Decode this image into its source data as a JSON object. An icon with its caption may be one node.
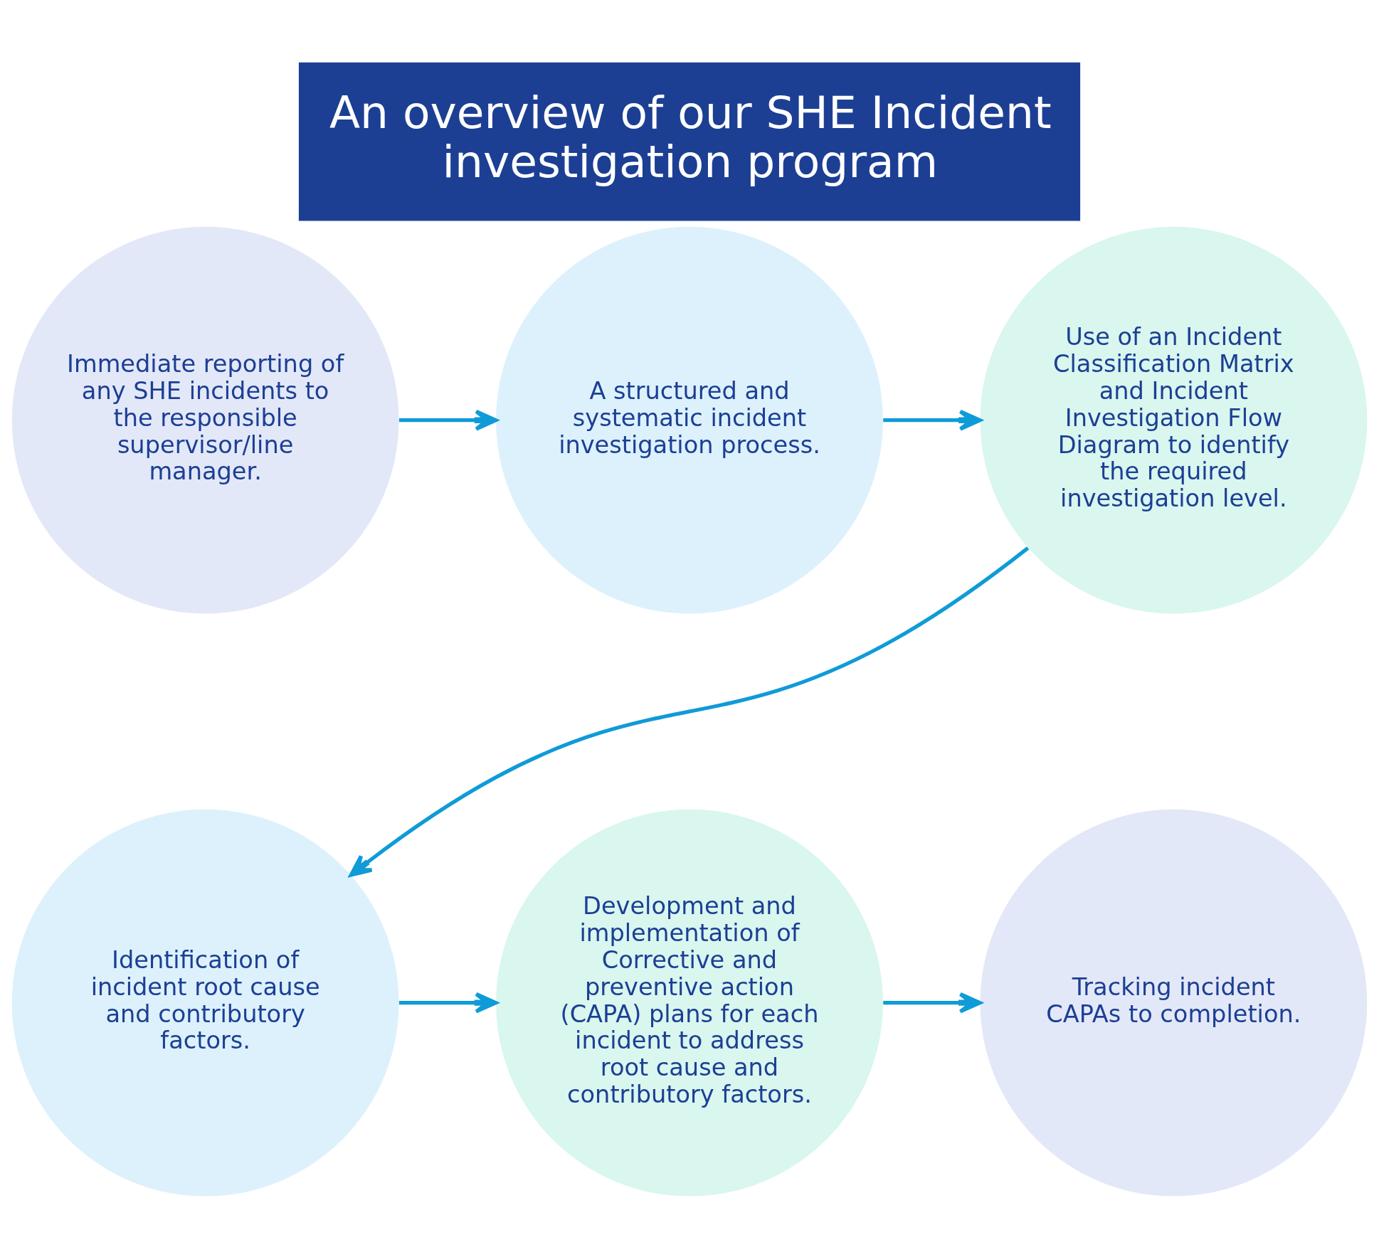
{
  "diagram": {
    "title": "An overview of our SHE Incident investigation program",
    "nodes": [
      {
        "text": [
          "Immediate reporting of any SHE incidents to the responsible supervisor/line manager."
        ]
      },
      {
        "text": [
          "A structured and systematic incident investigation process."
        ]
      },
      {
        "text": [
          "Use of an Incident Classification Matrix and Incident Investigation Flow Diagram to identify the required investigation level."
        ]
      },
      {
        "text": [
          "Identification of incident root cause and contributory factors."
        ]
      },
      {
        "text": [
          "Development and implementation of Corrective and preventive action (CAPA) plans for each incident to address root cause and contributory factors."
        ]
      },
      {
        "text": [
          "Tracking incident CAPAs to completion."
        ]
      }
    ],
    "edges": [
      {
        "from": 0,
        "to": 1,
        "arrow": "to"
      },
      {
        "from": 1,
        "to": 2,
        "arrow": "to"
      },
      {
        "from": 2,
        "to": 3,
        "arrow": "to"
      },
      {
        "from": 3,
        "to": 4,
        "arrow": "to"
      },
      {
        "from": 4,
        "to": 5,
        "arrow": "to"
      }
    ]
  }
}
